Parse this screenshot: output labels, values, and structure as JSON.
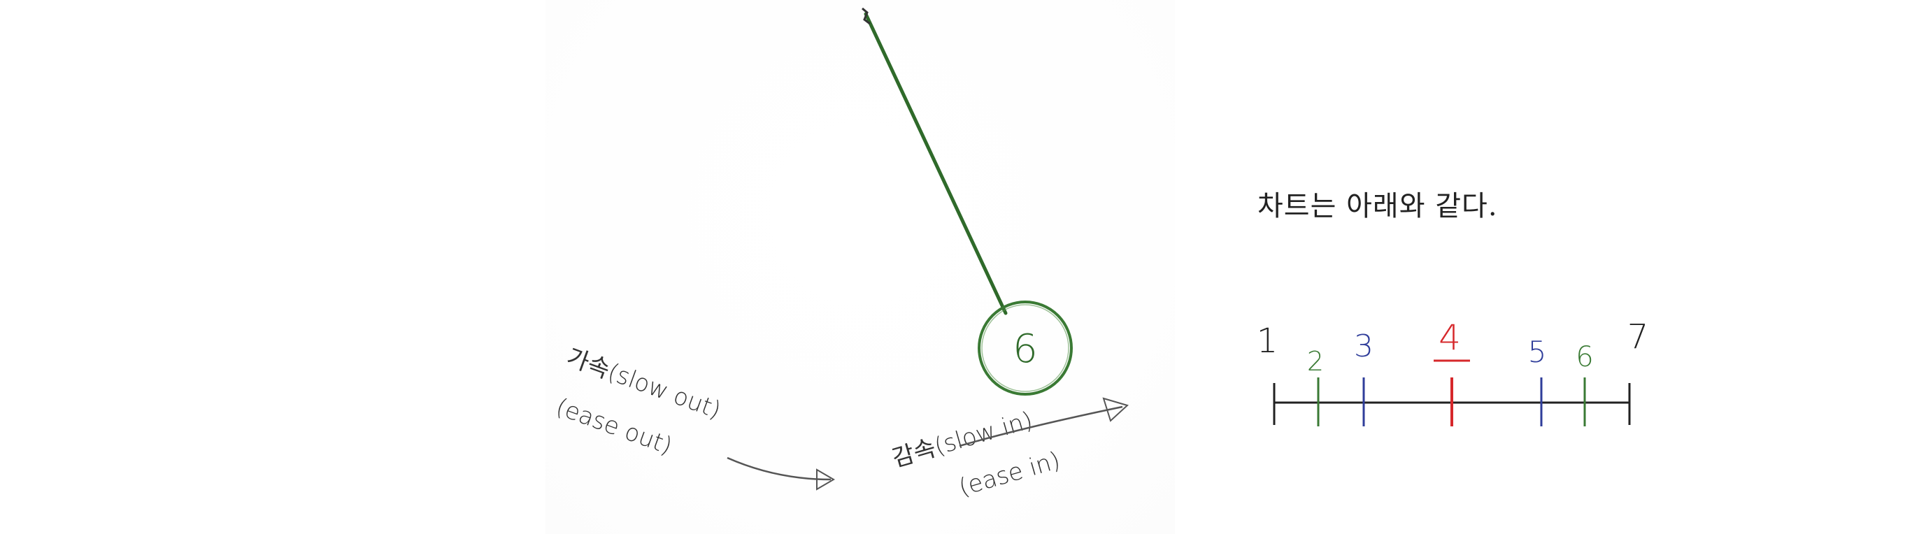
{
  "caption": "차트는 아래와 같다.",
  "pendulum": {
    "bob_label": "6",
    "rod_color": "#2f6a2a",
    "bob_color": "#3a7a34"
  },
  "labels": {
    "accel_main": "가속(slow out)",
    "accel_sub": "(ease out)",
    "decel_main": "감속(slow in)",
    "decel_sub": "(ease in)"
  },
  "chart_data": {
    "type": "timeline",
    "ticks": [
      {
        "label": "1",
        "color": "#222222"
      },
      {
        "label": "2",
        "color": "#3a7a34"
      },
      {
        "label": "3",
        "color": "#2f3d9a"
      },
      {
        "label": "4",
        "color": "#d6282b"
      },
      {
        "label": "5",
        "color": "#2f3d9a"
      },
      {
        "label": "6",
        "color": "#3a7a34"
      },
      {
        "label": "7",
        "color": "#222222"
      }
    ]
  }
}
